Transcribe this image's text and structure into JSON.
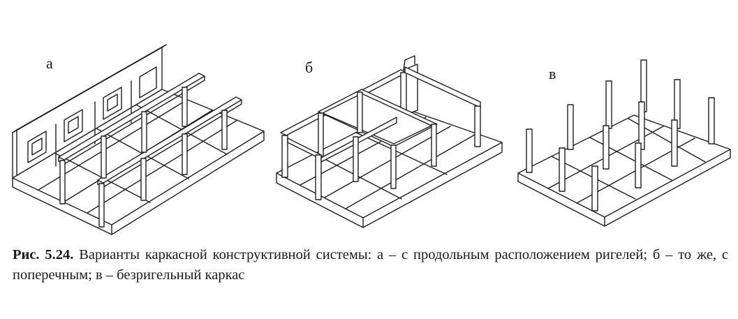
{
  "figure": {
    "labels": {
      "a": "а",
      "b": "б",
      "v": "в"
    },
    "caption": {
      "number": "Рис. 5.24.",
      "text": "Варианты каркасной конструктивной системы: а – с продольным расположением ригелей; б – то же, с поперечным; в – безригельный каркас"
    }
  }
}
